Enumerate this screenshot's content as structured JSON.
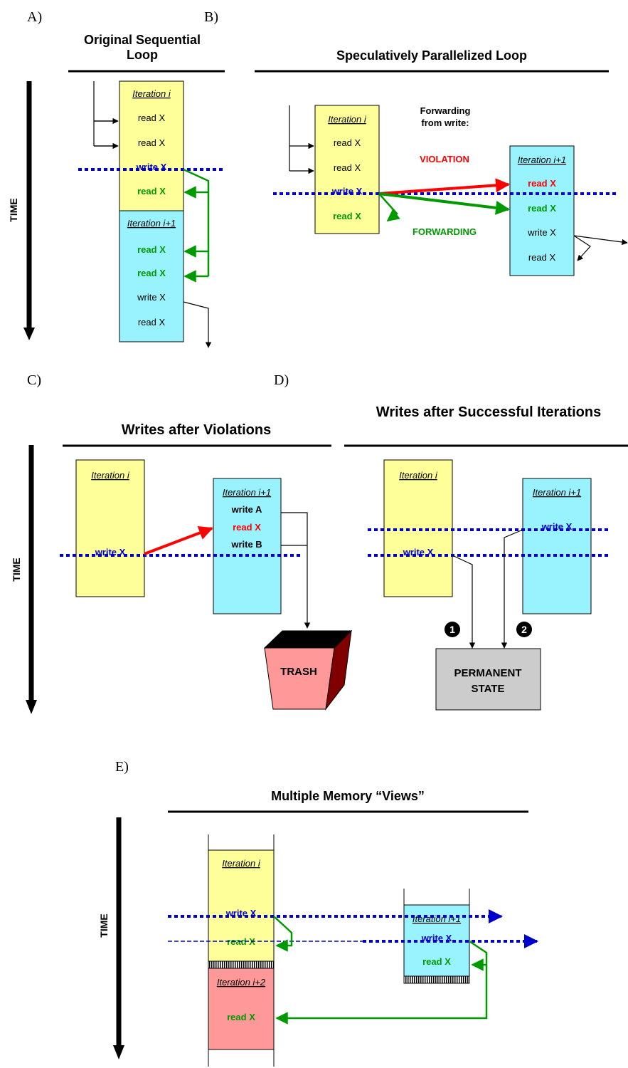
{
  "colors": {
    "yellow": "#ffff99",
    "cyan": "#99f3ff",
    "pink": "#ff9999",
    "gray": "#cccccc",
    "blue": "#0000cc",
    "green": "#009900",
    "red": "#ff0000",
    "black": "#000000",
    "trash_side": "#800000"
  },
  "time_label": "TIME",
  "panel_a": {
    "letter": "A)",
    "title_line1": "Original Sequential",
    "title_line2": "Loop",
    "iter1": {
      "title": "Iteration i",
      "ops": [
        "read X",
        "read X",
        "write X",
        "read X"
      ]
    },
    "iter2": {
      "title": "Iteration i+1",
      "ops": [
        "read X",
        "read X",
        "write X",
        "read X"
      ]
    }
  },
  "panel_b": {
    "letter": "B)",
    "title": "Speculatively Parallelized Loop",
    "iter1": {
      "title": "Iteration i",
      "ops": [
        "read X",
        "read X",
        "write X",
        "read X"
      ]
    },
    "iter2": {
      "title": "Iteration i+1",
      "ops": [
        "read X",
        "read X",
        "write X",
        "read X"
      ]
    },
    "forward_label_1": "Forwarding",
    "forward_label_2": "from write:",
    "violation": "VIOLATION",
    "forwarding": "FORWARDING"
  },
  "panel_c": {
    "letter": "C)",
    "title": "Writes after Violations",
    "iter1": {
      "title": "Iteration i",
      "ops": [
        "write X"
      ]
    },
    "iter2": {
      "title": "Iteration i+1",
      "ops": [
        "write A",
        "read X",
        "write B"
      ]
    },
    "trash": "TRASH"
  },
  "panel_d": {
    "letter": "D)",
    "title": "Writes after Successful Iterations",
    "iter1": {
      "title": "Iteration i",
      "ops": [
        "write X"
      ]
    },
    "iter2": {
      "title": "Iteration i+1",
      "ops": [
        "write X"
      ]
    },
    "step1": "1",
    "step2": "2",
    "permanent_line1": "PERMANENT",
    "permanent_line2": "STATE"
  },
  "panel_e": {
    "letter": "E)",
    "title": "Multiple Memory “Views”",
    "iter1": {
      "title": "Iteration i",
      "ops": [
        "write X",
        "read X"
      ]
    },
    "iter2": {
      "title": "Iteration i+1",
      "ops": [
        "write X",
        "read X"
      ]
    },
    "iter3": {
      "title": "Iteration i+2",
      "ops": [
        "read X"
      ]
    }
  }
}
